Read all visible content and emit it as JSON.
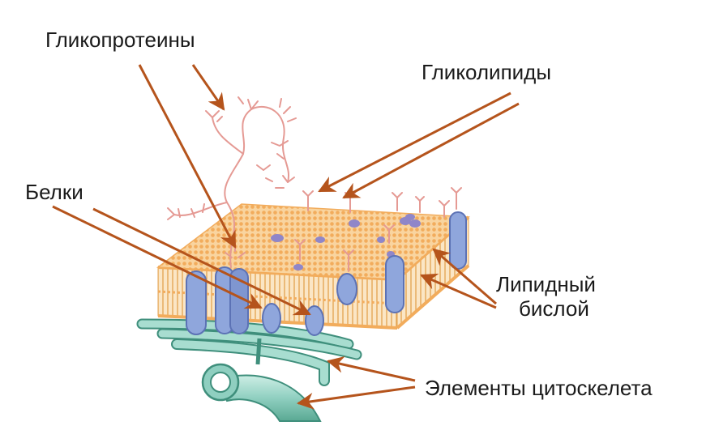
{
  "diagram": {
    "labels": {
      "glycoproteins": "Гликопротеины",
      "glycolipids": "Гликолипиды",
      "proteins": "Белки",
      "lipid_bilayer_line1": "Липидный",
      "lipid_bilayer_line2": "бислой",
      "cytoskeleton": "Элементы цитоскелета"
    },
    "colors": {
      "arrow": "#b5541c",
      "membrane_top": "#f7c98a",
      "membrane_dot": "#f0a24f",
      "lipid_tail": "#e6a552",
      "protein": "#8fa6dc",
      "protein_edge": "#5c72b5",
      "sugar": "#e9a29d",
      "cytoskeleton": "#8fcfc0",
      "cytoskeleton_edge": "#3f8f7c"
    }
  }
}
